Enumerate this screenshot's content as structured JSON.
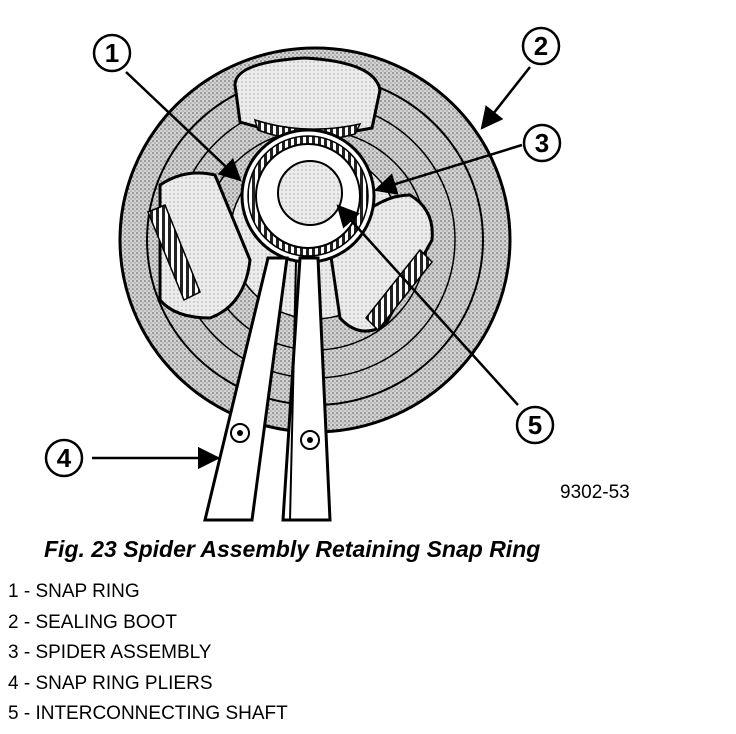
{
  "figure": {
    "code": "9302-53",
    "caption": "Fig. 23 Spider Assembly Retaining Snap Ring"
  },
  "callouts": [
    "1",
    "2",
    "3",
    "4",
    "5"
  ],
  "legend": [
    "1 - SNAP RING",
    "2 - SEALING BOOT",
    "3 - SPIDER ASSEMBLY",
    "4 - SNAP RING PLIERS",
    "5 - INTERCONNECTING SHAFT"
  ]
}
